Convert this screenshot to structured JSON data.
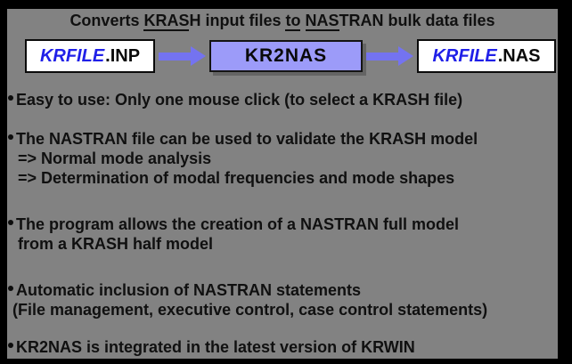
{
  "slide": {
    "title_segments": [
      {
        "text": "Converts ",
        "underline": false
      },
      {
        "text": "KRAS",
        "underline": true
      },
      {
        "text": "H input files ",
        "underline": false
      },
      {
        "text": "to",
        "underline": true
      },
      {
        "text": " ",
        "underline": false
      },
      {
        "text": "NAS",
        "underline": true
      },
      {
        "text": "TRAN bulk data files",
        "underline": false
      }
    ],
    "diagram": {
      "input_box": {
        "file_label": "KRFILE",
        "ext_label": ".INP"
      },
      "program_box": {
        "label": "KR2NAS"
      },
      "output_box": {
        "file_label": "KRFILE",
        "ext_label": ".NAS"
      }
    },
    "bullets": [
      {
        "lines": [
          "Easy to use: Only one mouse click (to select a KRASH file)"
        ]
      },
      {
        "lines": [
          "The NASTRAN file can be used to validate the KRASH model",
          "=> Normal mode analysis",
          "=> Determination of modal frequencies and mode shapes"
        ]
      },
      {
        "lines": [
          "The program allows the creation of a NASTRAN full model",
          "from a KRASH half model"
        ]
      },
      {
        "lines": [
          "Automatic inclusion of NASTRAN statements",
          "(File management, executive control, case control statements)"
        ]
      },
      {
        "lines": [
          "KR2NAS is integrated in the latest version of KRWIN"
        ]
      }
    ],
    "colors": {
      "background": "#828282",
      "frame": "#000000",
      "arrow": "#7473f0",
      "program_box_fill": "#9c9bf9",
      "program_box_shadow": "#646464",
      "file_name_blue": "#2020e8",
      "text": "#101010",
      "file_box_fill": "#ffffff"
    }
  }
}
